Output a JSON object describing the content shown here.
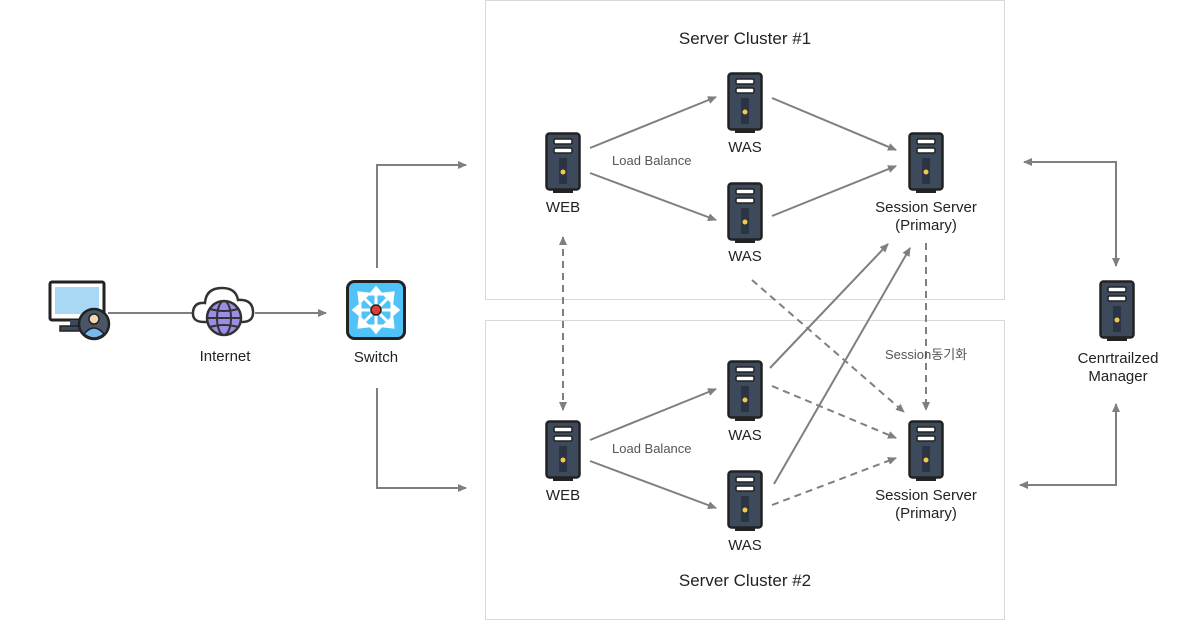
{
  "clusters": [
    {
      "title": "Server Cluster #1"
    },
    {
      "title": "Server Cluster #2"
    }
  ],
  "nodes": {
    "internet": "Internet",
    "switch": "Switch",
    "web1": "WEB",
    "web2": "WEB",
    "was1a": "WAS",
    "was1b": "WAS",
    "was2a": "WAS",
    "was2b": "WAS",
    "session1_line1": "Session Server",
    "session1_line2": "(Primary)",
    "session2_line1": "Session Server",
    "session2_line2": "(Primary)",
    "manager_line1": "Cenrtrailzed",
    "manager_line2": "Manager"
  },
  "edge_labels": {
    "lb1": "Load Balance",
    "lb2": "Load Balance",
    "session_sync": "Session동기화"
  },
  "colors": {
    "server_body": "#3d4a5c",
    "server_accent": "#f2c94c",
    "switch_bg": "#4fc3f7",
    "switch_center": "#e53935",
    "line": "#7f7f7f",
    "globe": "#9b8de6"
  }
}
